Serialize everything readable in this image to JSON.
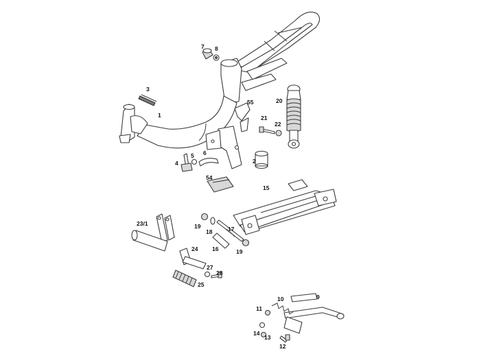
{
  "colors": {
    "background": "#ffffff",
    "outline": "#3a3a3a",
    "shade": "#d8d8d8",
    "dark": "#7a7a7a"
  },
  "callouts": {
    "p1": "1",
    "p2": "2",
    "p3": "3",
    "p4": "4",
    "p5": "5",
    "p6": "6",
    "p7": "7",
    "p8": "8",
    "p9": "9",
    "p10": "10",
    "p11": "11",
    "p12": "12",
    "p13": "13",
    "p14": "14",
    "p15": "15",
    "p16": "16",
    "p17": "17",
    "p18": "18",
    "p19a": "19",
    "p19b": "19",
    "p20": "20",
    "p21": "21",
    "p22": "22",
    "p23": "23/1",
    "p24": "24",
    "p25": "25",
    "p27": "27",
    "p28": "28",
    "p54": "54",
    "p55": "55"
  }
}
